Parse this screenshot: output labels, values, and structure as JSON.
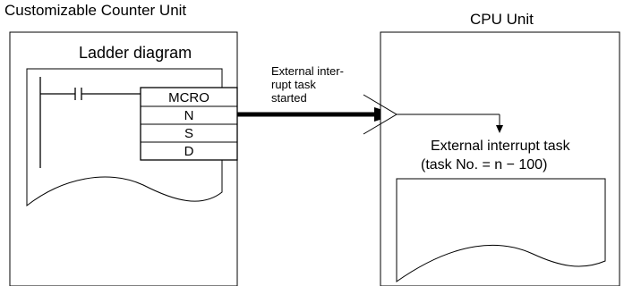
{
  "left_unit": {
    "title": "Customizable Counter Unit",
    "panel_title": "Ladder diagram",
    "instruction_rows": [
      "MCRO",
      "N",
      "S",
      "D"
    ]
  },
  "right_unit": {
    "title": "CPU Unit",
    "task_label_line1": "External interrupt task",
    "task_label_line2": "(task No. = n − 100)"
  },
  "arrow_label": {
    "line1": "External inter-",
    "line2": "rupt task",
    "line3": "started"
  }
}
